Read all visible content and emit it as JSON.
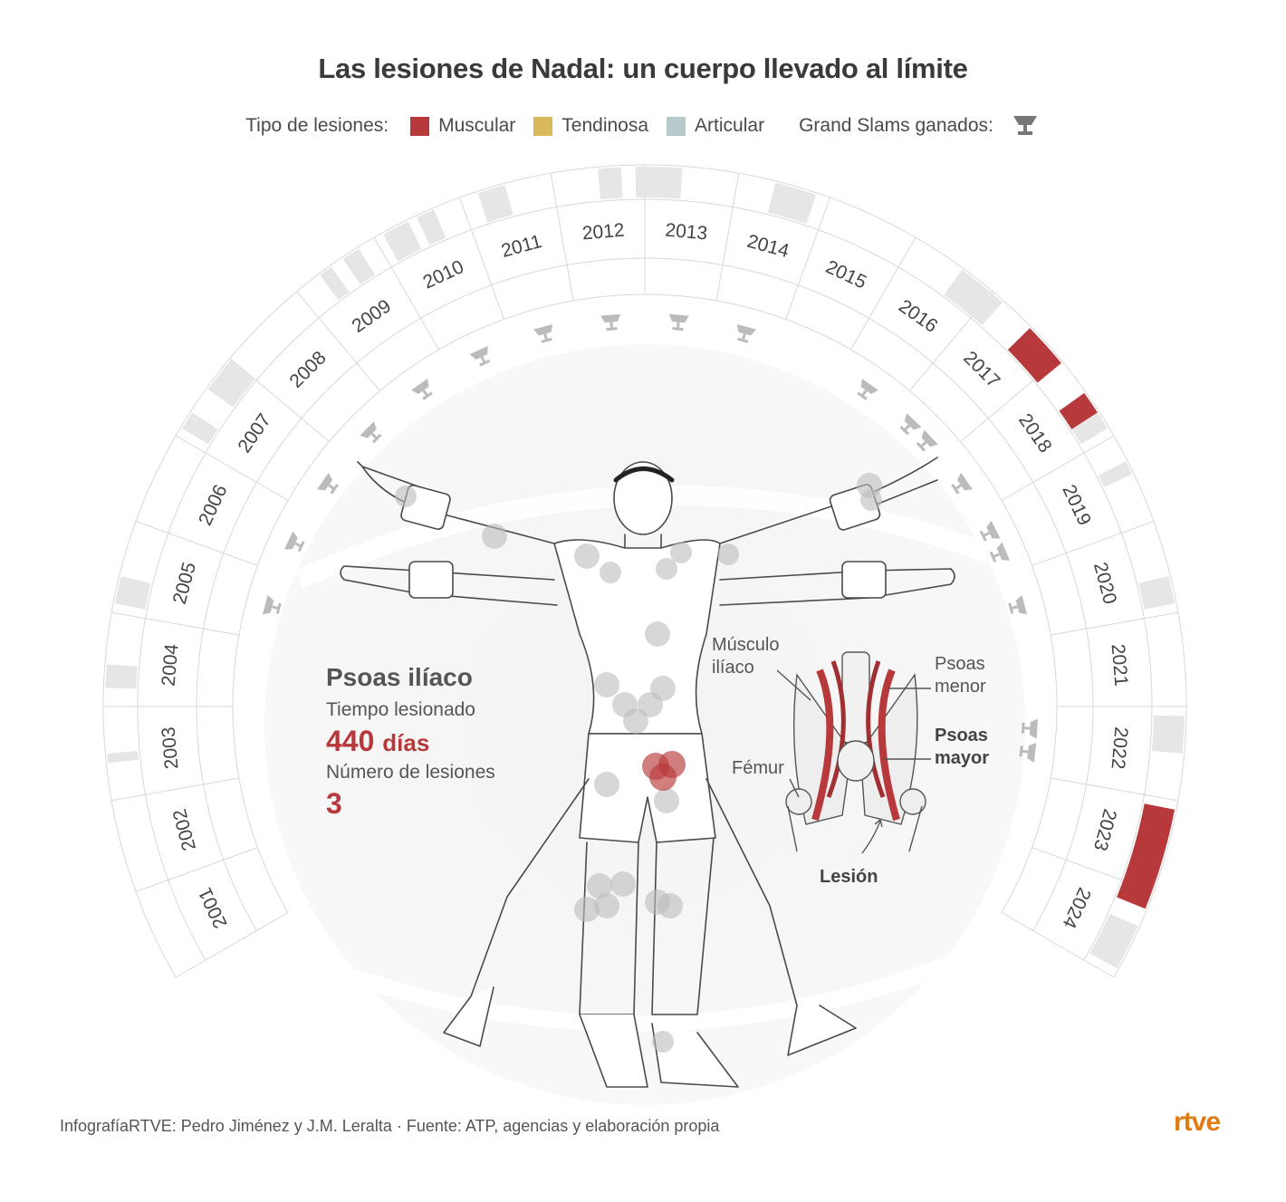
{
  "title": "Las lesiones de Nadal: un cuerpo llevado al límite",
  "legend": {
    "injury_type_label": "Tipo de lesiones:",
    "types": [
      {
        "label": "Muscular",
        "color": "#b8393b"
      },
      {
        "label": "Tendinosa",
        "color": "#d9b95a"
      },
      {
        "label": "Articular",
        "color": "#b8c9cc"
      }
    ],
    "grand_slams_label": "Grand Slams ganados:",
    "trophy_icon": "trophy-icon"
  },
  "years": [
    "2001",
    "2002",
    "2003",
    "2004",
    "2005",
    "2006",
    "2007",
    "2008",
    "2009",
    "2010",
    "2011",
    "2012",
    "2013",
    "2014",
    "2015",
    "2016",
    "2017",
    "2018",
    "2019",
    "2020",
    "2021",
    "2022",
    "2023",
    "2024"
  ],
  "selected_injury": {
    "name": "Psoas ilíaco",
    "time_label": "Tiempo lesionado",
    "time_value": "440",
    "time_unit": "días",
    "count_label": "Número de lesiones",
    "count_value": "3",
    "color": "#b8393b"
  },
  "anatomy": {
    "musculo_iliaco": [
      "Músculo",
      "ilíaco"
    ],
    "psoas_menor": [
      "Psoas",
      "menor"
    ],
    "psoas_mayor": [
      "Psoas",
      "mayor"
    ],
    "femur": "Fémur",
    "lesion": "Lesión"
  },
  "footer": {
    "credits": "InfografíaRTVE: Pedro Jiménez y J.M. Leralta · Fuente: ATP, agencias y elaboración propia",
    "brand": "rtve"
  }
}
